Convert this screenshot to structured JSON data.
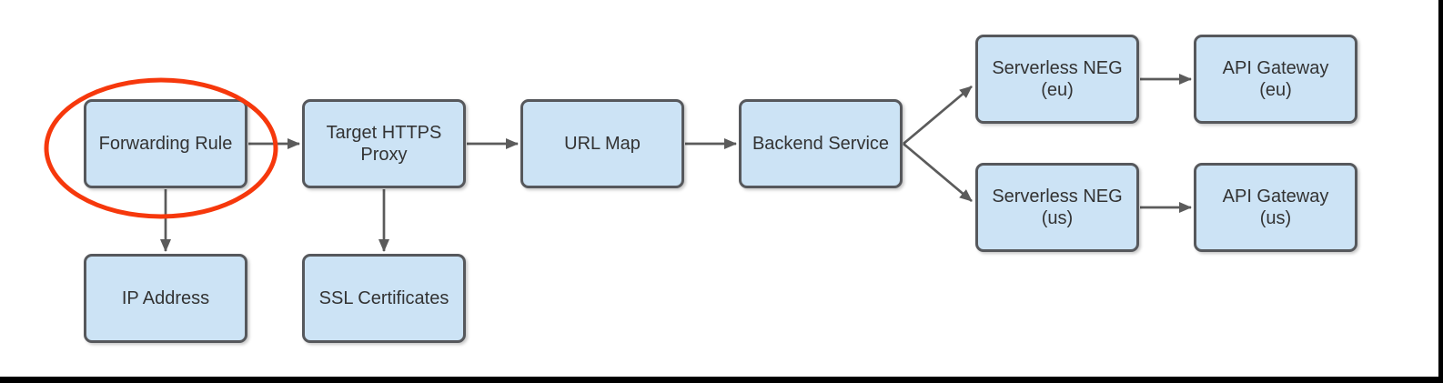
{
  "diagram": {
    "description": "Flowchart of an HTTPS load balancing architecture with serverless backends",
    "nodes": [
      {
        "id": "forwarding-rule",
        "label": "Forwarding Rule"
      },
      {
        "id": "target-https-proxy",
        "label": "Target HTTPS\nProxy"
      },
      {
        "id": "url-map",
        "label": "URL Map"
      },
      {
        "id": "backend-service",
        "label": "Backend Service"
      },
      {
        "id": "serverless-neg-eu",
        "label": "Serverless NEG\n(eu)"
      },
      {
        "id": "api-gateway-eu",
        "label": "API Gateway\n(eu)"
      },
      {
        "id": "serverless-neg-us",
        "label": "Serverless NEG\n(us)"
      },
      {
        "id": "api-gateway-us",
        "label": "API Gateway\n(us)"
      },
      {
        "id": "ip-address",
        "label": "IP Address"
      },
      {
        "id": "ssl-certificates",
        "label": "SSL Certificates"
      }
    ],
    "edges": [
      {
        "from": "forwarding-rule",
        "to": "target-https-proxy"
      },
      {
        "from": "forwarding-rule",
        "to": "ip-address"
      },
      {
        "from": "target-https-proxy",
        "to": "url-map"
      },
      {
        "from": "target-https-proxy",
        "to": "ssl-certificates"
      },
      {
        "from": "url-map",
        "to": "backend-service"
      },
      {
        "from": "backend-service",
        "to": "serverless-neg-eu"
      },
      {
        "from": "backend-service",
        "to": "serverless-neg-us"
      },
      {
        "from": "serverless-neg-eu",
        "to": "api-gateway-eu"
      },
      {
        "from": "serverless-neg-us",
        "to": "api-gateway-us"
      }
    ],
    "annotation": {
      "type": "ellipse",
      "highlights": "Forwarding Rule",
      "color": "#f6380c"
    },
    "colors": {
      "node_fill": "#cce3f5",
      "node_border": "#56585c",
      "arrow": "#5b5b5b",
      "text": "#333333",
      "highlight": "#f6380c",
      "frame": "#000000"
    }
  }
}
